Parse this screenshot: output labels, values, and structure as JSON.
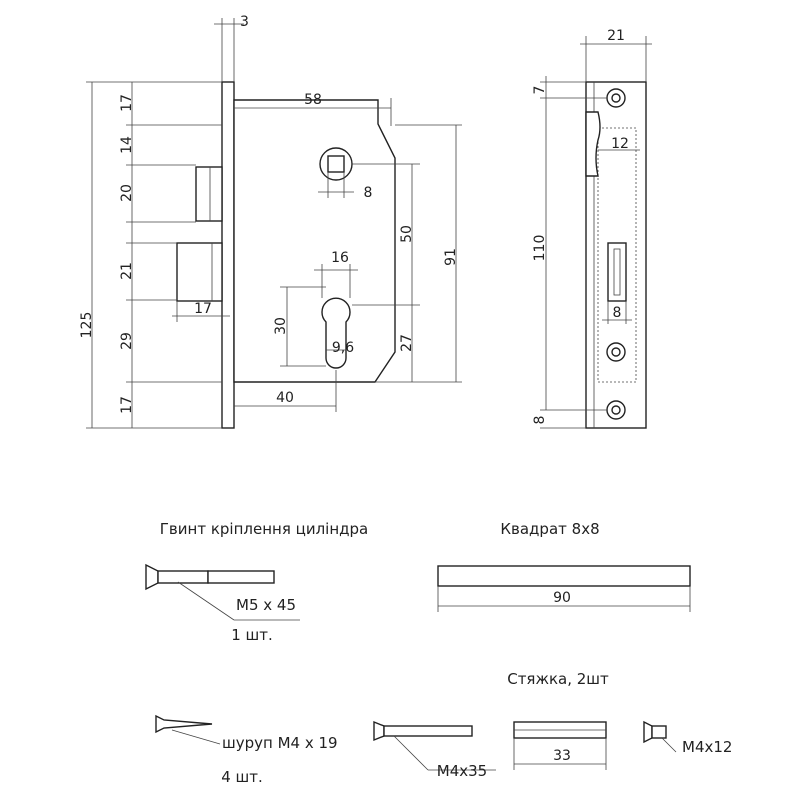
{
  "dims": {
    "faceplate_thickness": "3",
    "top_17": "17",
    "d14": "14",
    "d20": "20",
    "d21": "21",
    "d29": "29",
    "bottom_17": "17",
    "total_125": "125",
    "backset_58": "58",
    "square_8": "8",
    "d50": "50",
    "d91": "91",
    "d16": "16",
    "d30": "30",
    "d9_6": "9,6",
    "d27": "27",
    "d40": "40",
    "latch_17": "17",
    "plate_width_21": "21",
    "side_7": "7",
    "side_12": "12",
    "side_110": "110",
    "side_8_bolt": "8",
    "side_8_bottom": "8"
  },
  "accessories": {
    "cylinder_screw_title": "Гвинт кріплення циліндра",
    "cylinder_screw_size": "M5 x 45",
    "cylinder_screw_qty": "1 шт.",
    "square_title": "Квадрат 8x8",
    "square_length": "90",
    "tie_title": "Стяжка, 2шт",
    "wood_screw_label": "шуруп M4 x 19",
    "wood_screw_qty": "4 шт.",
    "tie_bolt": "M4x35",
    "tie_sleeve": "33",
    "tie_nut": "M4x12"
  }
}
